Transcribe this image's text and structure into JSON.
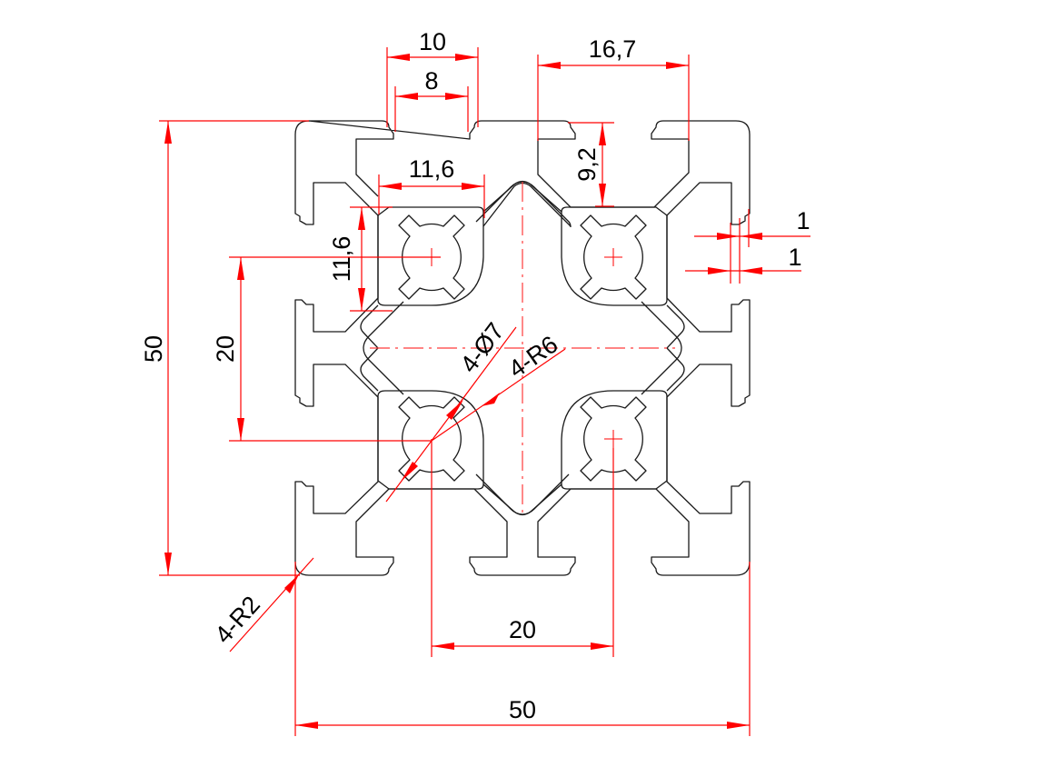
{
  "drawing": {
    "title": "50x50 aluminium extrusion profile",
    "colors": {
      "outline": "#1a1a1a",
      "dimension": "#ff0000",
      "centerline": "#ff3b3b",
      "background": "#ffffff"
    },
    "dimensions": {
      "slot_opening_outer": "10",
      "slot_opening_inner": "8",
      "slot_cavity_width": "16,7",
      "slot_depth": "9,2",
      "core_width": "11,6",
      "core_height": "11,6",
      "wall_thickness_a": "1",
      "wall_thickness_b": "1",
      "overall_height": "50",
      "bore_spacing_vertical": "20",
      "bore_spacing_horizontal": "20",
      "overall_width": "50",
      "bore_diameter": "4-Ø7",
      "core_radius": "4-R6",
      "corner_radius": "4-R2"
    }
  }
}
